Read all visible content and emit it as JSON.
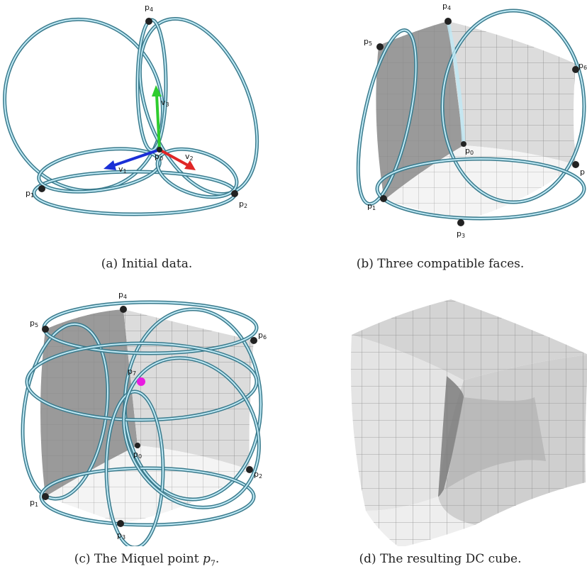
{
  "captions": {
    "a": "(a) Initial data.",
    "b": "(b) Three compatible faces.",
    "c_prefix": "(c) The Miquel point ",
    "c_math": "p",
    "c_math_sub": "7",
    "c_suffix": ".",
    "d": "(d) The resulting DC cube."
  },
  "labels": {
    "p": "p",
    "v": "v",
    "s0": "0",
    "s1": "1",
    "s2": "2",
    "s3": "3",
    "s4": "4",
    "s5": "5",
    "s6": "6",
    "s7": "7"
  },
  "colors": {
    "ring_light": "#bfe9f5",
    "ring_dark": "#3a7a8c",
    "vec1": "#1a2fd6",
    "vec2": "#e02626",
    "vec3": "#2ecc2e",
    "miquel": "#e81be0",
    "vertex": "#222222"
  }
}
